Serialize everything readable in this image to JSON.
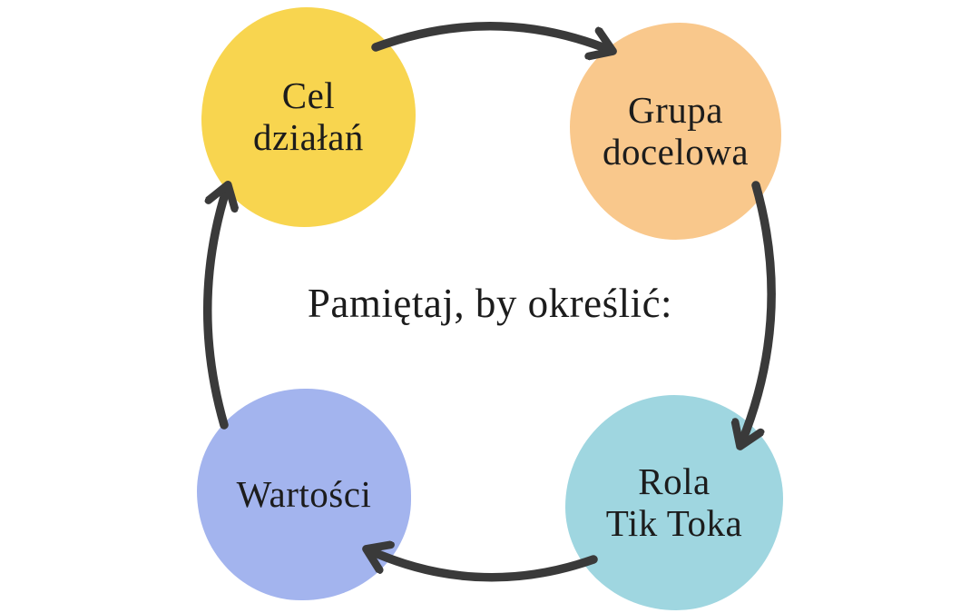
{
  "title": {
    "text": "Pamiętaj, by określić:"
  },
  "nodes": [
    {
      "id": "cel-dzialan",
      "label": "Cel\ndziałań",
      "color": "#F8D54F"
    },
    {
      "id": "grupa-docelowa",
      "label": "Grupa\ndocelowa",
      "color": "#F9C88C"
    },
    {
      "id": "rola-tik-toka",
      "label": "Rola\nTik Toka",
      "color": "#9FD6E0"
    },
    {
      "id": "wartosci",
      "label": "Wartości",
      "color": "#A3B4EE"
    }
  ],
  "arrows": [
    {
      "from": "cel-dzialan",
      "to": "grupa-docelowa"
    },
    {
      "from": "grupa-docelowa",
      "to": "rola-tik-toka"
    },
    {
      "from": "rola-tik-toka",
      "to": "wartosci"
    },
    {
      "from": "wartosci",
      "to": "cel-dzialan"
    }
  ],
  "colors": {
    "background": "#FFFFFF",
    "arrow": "#3A3A3A",
    "text": "#1C1C1C"
  }
}
